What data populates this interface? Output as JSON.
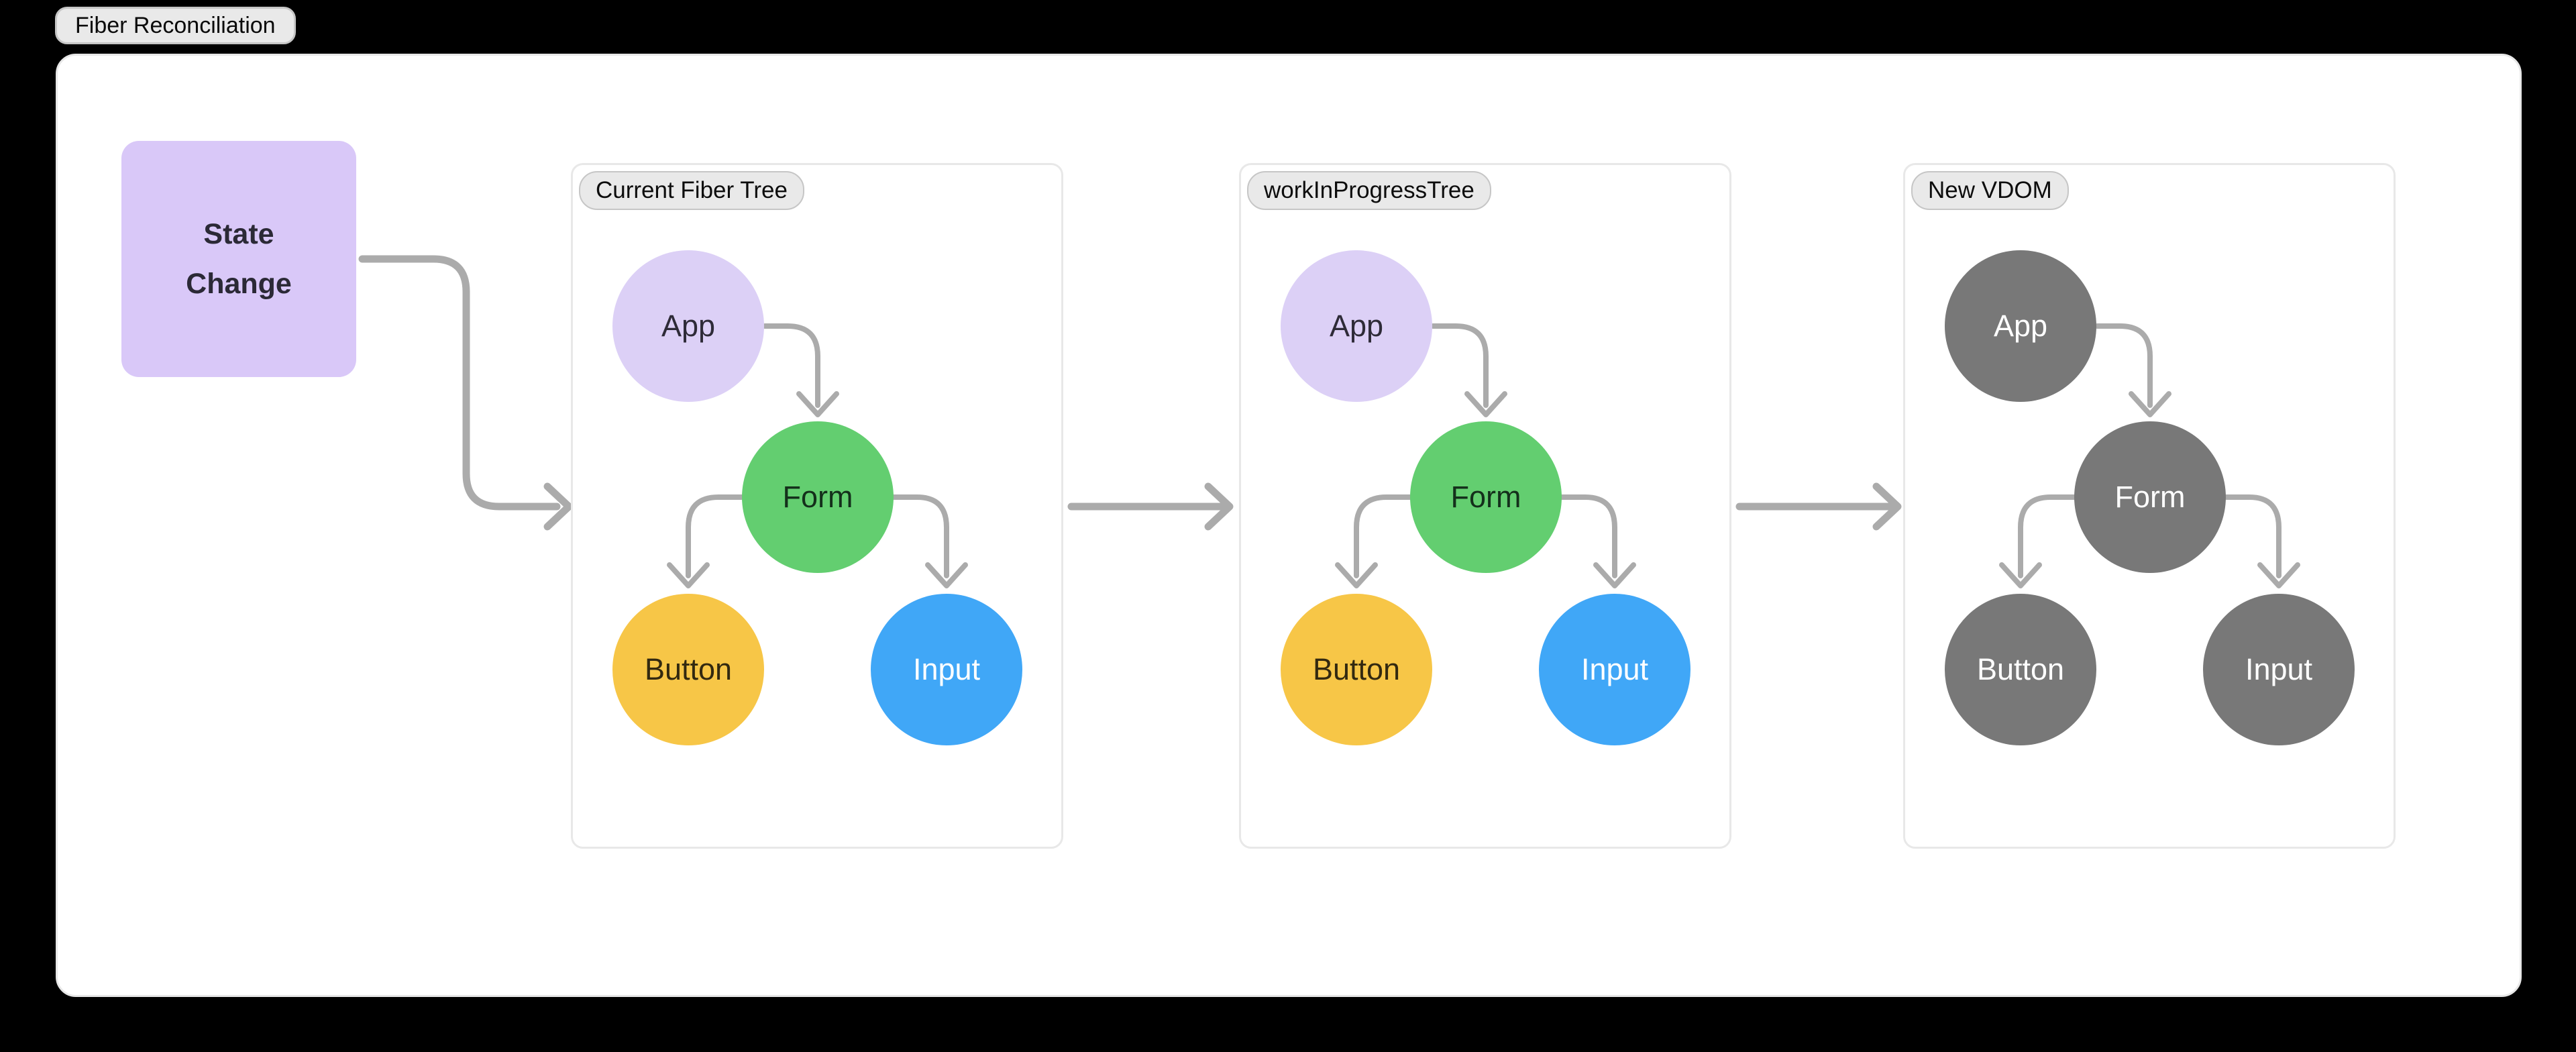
{
  "title": {
    "label": "Fiber Reconciliation"
  },
  "state_node": {
    "label": "State Change",
    "line1": "State",
    "line2": "Change"
  },
  "trees": [
    {
      "label": "Current Fiber Tree",
      "nodes": [
        {
          "id": "app",
          "label": "App",
          "fill": "#dcd0f6",
          "text": "#2e2b38"
        },
        {
          "id": "form",
          "label": "Form",
          "fill": "#63ce70",
          "text": "#14301b"
        },
        {
          "id": "button",
          "label": "Button",
          "fill": "#f7c647",
          "text": "#332910"
        },
        {
          "id": "input",
          "label": "Input",
          "fill": "#40a7f7",
          "text": "#ffffff"
        }
      ],
      "edges": [
        [
          "App",
          "Form"
        ],
        [
          "Form",
          "Button"
        ],
        [
          "Form",
          "Input"
        ]
      ]
    },
    {
      "label": "workInProgressTree",
      "nodes": [
        {
          "id": "app",
          "label": "App",
          "fill": "#dcd0f6",
          "text": "#2e2b38"
        },
        {
          "id": "form",
          "label": "Form",
          "fill": "#63ce70",
          "text": "#14301b"
        },
        {
          "id": "button",
          "label": "Button",
          "fill": "#f7c647",
          "text": "#332910"
        },
        {
          "id": "input",
          "label": "Input",
          "fill": "#40a7f7",
          "text": "#ffffff"
        }
      ],
      "edges": [
        [
          "App",
          "Form"
        ],
        [
          "Form",
          "Button"
        ],
        [
          "Form",
          "Input"
        ]
      ]
    },
    {
      "label": "New VDOM",
      "nodes": [
        {
          "id": "app",
          "label": "App",
          "fill": "#787878",
          "text": "#ffffff"
        },
        {
          "id": "form",
          "label": "Form",
          "fill": "#787878",
          "text": "#ffffff"
        },
        {
          "id": "button",
          "label": "Button",
          "fill": "#787878",
          "text": "#ffffff"
        },
        {
          "id": "input",
          "label": "Input",
          "fill": "#787878",
          "text": "#ffffff"
        }
      ],
      "edges": [
        [
          "App",
          "Form"
        ],
        [
          "Form",
          "Button"
        ],
        [
          "Form",
          "Input"
        ]
      ]
    }
  ],
  "connections": [
    {
      "from": "State Change",
      "to": "Current Fiber Tree"
    },
    {
      "from": "Current Fiber Tree",
      "to": "workInProgressTree"
    },
    {
      "from": "workInProgressTree",
      "to": "New VDOM"
    }
  ],
  "colors": {
    "background": "#000000",
    "canvas": "#ffffff",
    "arrow": "#ababab",
    "container_border": "#e8e8e8",
    "pill_bg": "#e9e9e9",
    "pill_border": "#c6c6c6",
    "state_box_bg": "#d9c8f8"
  }
}
